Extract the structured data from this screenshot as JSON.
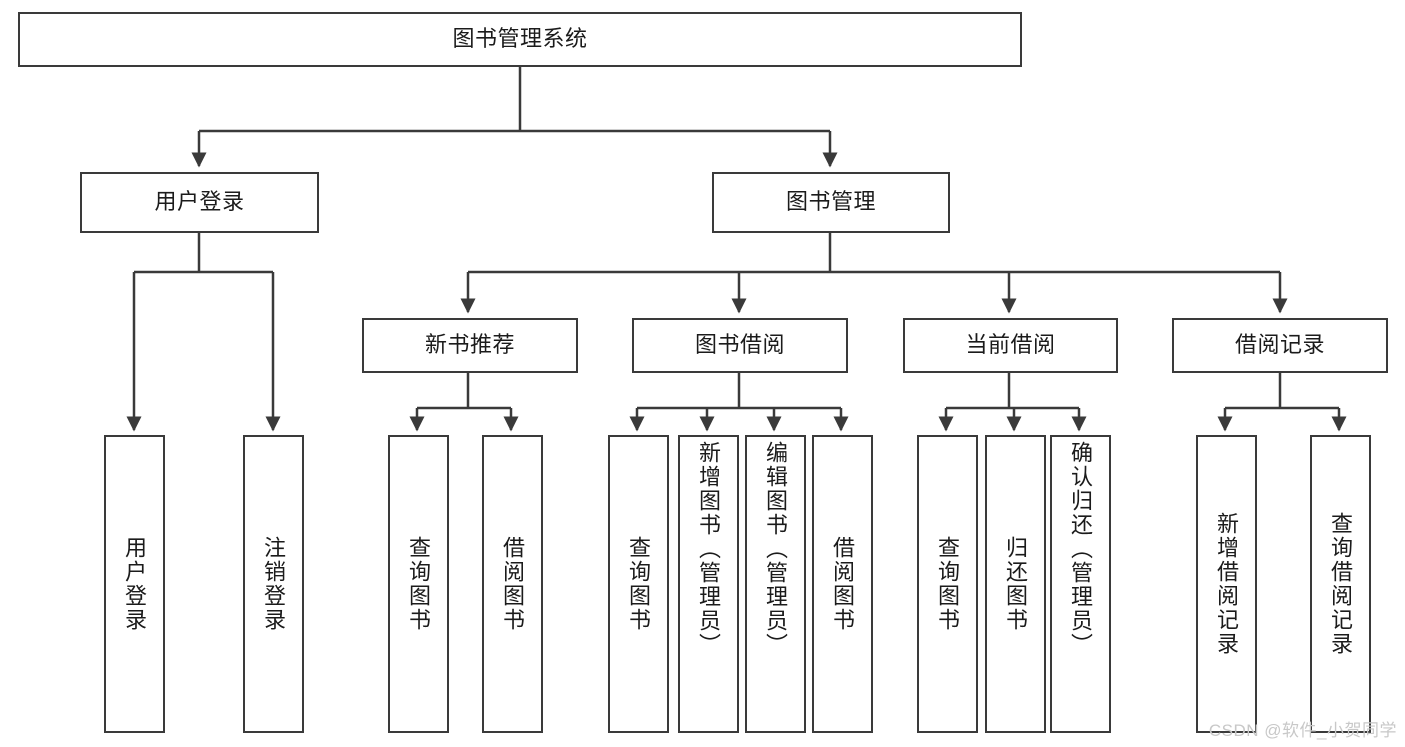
{
  "diagram": {
    "type": "tree",
    "title_node": "图书管理系统",
    "watermark": "CSDN @软件_小贺同学",
    "colors": {
      "stroke": "#3a3a3a",
      "text": "#1b1b1b",
      "background": "#ffffff",
      "watermark": "#c8c8c8"
    },
    "levels": [
      {
        "level": 1,
        "nodes": [
          {
            "id": "root",
            "label": "图书管理系统",
            "orientation": "horizontal"
          }
        ]
      },
      {
        "level": 2,
        "nodes": [
          {
            "id": "user-login",
            "label": "用户登录",
            "orientation": "horizontal",
            "parent": "root"
          },
          {
            "id": "book-manage",
            "label": "图书管理",
            "orientation": "horizontal",
            "parent": "root"
          }
        ]
      },
      {
        "level": 3,
        "nodes": [
          {
            "id": "new-book-rec",
            "label": "新书推荐",
            "orientation": "horizontal",
            "parent": "book-manage"
          },
          {
            "id": "book-borrow",
            "label": "图书借阅",
            "orientation": "horizontal",
            "parent": "book-manage"
          },
          {
            "id": "current-borrow",
            "label": "当前借阅",
            "orientation": "horizontal",
            "parent": "book-manage"
          },
          {
            "id": "borrow-record",
            "label": "借阅记录",
            "orientation": "horizontal",
            "parent": "book-manage"
          }
        ]
      },
      {
        "level": 4,
        "nodes": [
          {
            "id": "leaf-user-login",
            "label": "用户登录",
            "orientation": "vertical",
            "parent": "user-login"
          },
          {
            "id": "leaf-logout",
            "label": "注销登录",
            "orientation": "vertical",
            "parent": "user-login"
          },
          {
            "id": "leaf-query-book-1",
            "label": "查询图书",
            "orientation": "vertical",
            "parent": "new-book-rec"
          },
          {
            "id": "leaf-borrow-book-1",
            "label": "借阅图书",
            "orientation": "vertical",
            "parent": "new-book-rec"
          },
          {
            "id": "leaf-query-book-2",
            "label": "查询图书",
            "orientation": "vertical",
            "parent": "book-borrow"
          },
          {
            "id": "leaf-add-book",
            "label": "新增图书（管理员）",
            "orientation": "vertical",
            "parent": "book-borrow"
          },
          {
            "id": "leaf-edit-book",
            "label": "编辑图书（管理员）",
            "orientation": "vertical",
            "parent": "book-borrow"
          },
          {
            "id": "leaf-borrow-book-2",
            "label": "借阅图书",
            "orientation": "vertical",
            "parent": "book-borrow"
          },
          {
            "id": "leaf-query-book-3",
            "label": "查询图书",
            "orientation": "vertical",
            "parent": "current-borrow"
          },
          {
            "id": "leaf-return-book",
            "label": "归还图书",
            "orientation": "vertical",
            "parent": "current-borrow"
          },
          {
            "id": "leaf-confirm-return",
            "label": "确认归还（管理员）",
            "orientation": "vertical",
            "parent": "current-borrow"
          },
          {
            "id": "leaf-add-record",
            "label": "新增借阅记录",
            "orientation": "vertical",
            "parent": "borrow-record"
          },
          {
            "id": "leaf-query-record",
            "label": "查询借阅记录",
            "orientation": "vertical",
            "parent": "borrow-record"
          }
        ]
      }
    ]
  }
}
